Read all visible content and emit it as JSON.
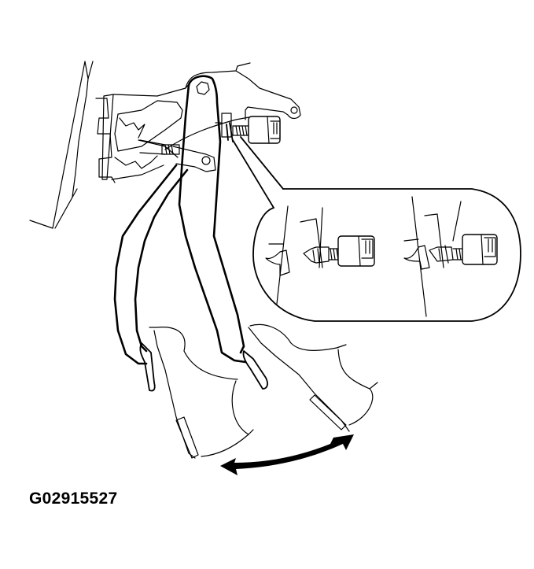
{
  "figure": {
    "id_label": "G02915527",
    "subject": "Brake pedal assembly with stop light switch",
    "components": [
      {
        "name": "firewall-bracket"
      },
      {
        "name": "pedal-support-bracket"
      },
      {
        "name": "brake-pedal-arm"
      },
      {
        "name": "clutch-pedal-arm"
      },
      {
        "name": "stop-light-switch"
      },
      {
        "name": "pedal-pads"
      },
      {
        "name": "driver-shoe"
      },
      {
        "name": "detail-callout-bubble"
      },
      {
        "name": "pedal-travel-arrow"
      }
    ],
    "callout": {
      "views": [
        {
          "name": "switch-released-view"
        },
        {
          "name": "switch-depressed-view"
        }
      ]
    },
    "colors": {
      "line": "#000000",
      "background": "#ffffff"
    }
  }
}
